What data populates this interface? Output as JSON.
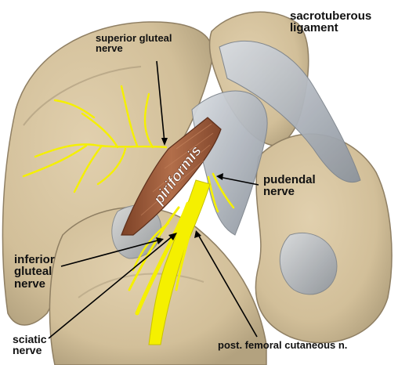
{
  "labels": {
    "superior_gluteal": "superior gluteal\nnerve",
    "sacrotuberous": "sacrotuberous\nligament",
    "piriformis": "piriformis",
    "pudendal": "pudendal\nnerve",
    "inferior_gluteal": "inferior\ngluteal\nnerve",
    "sciatic": "sciatic\nnerve",
    "post_femoral": "post. femoral cutaneous n."
  },
  "colors": {
    "bone": "#d7c4a0",
    "bone_shadow": "#a8977a",
    "ligament": "#b9bfc6",
    "muscle": "#9a5a3c",
    "nerve": "#f5f000",
    "leader_line": "#000000"
  }
}
